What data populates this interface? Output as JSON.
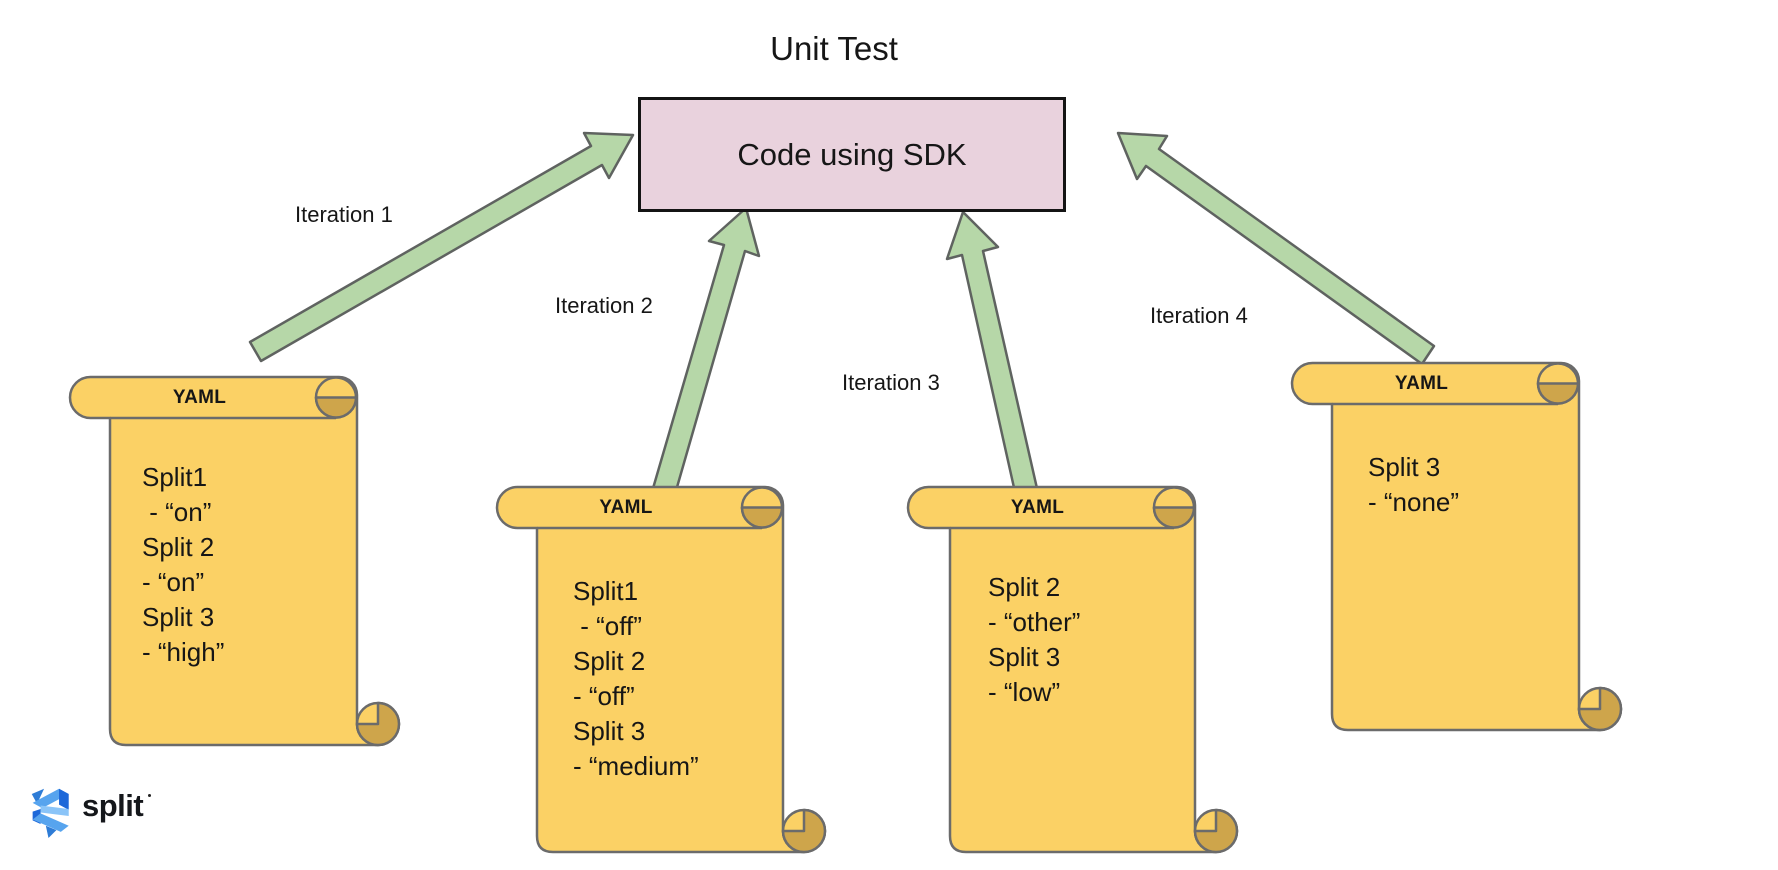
{
  "title": "Unit Test",
  "sdk_box": {
    "label": "Code using SDK"
  },
  "iteration_labels": [
    "Iteration 1",
    "Iteration 2",
    "Iteration 3",
    "Iteration 4"
  ],
  "scrolls": [
    {
      "header": "YAML",
      "lines": "Split1\n - “on”\nSplit 2\n- “on”\nSplit 3\n- “high”"
    },
    {
      "header": "YAML",
      "lines": "Split1\n - “off”\nSplit 2\n- “off”\nSplit 3\n- “medium”"
    },
    {
      "header": "YAML",
      "lines": "Split 2\n- “other”\nSplit 3\n- “low”"
    },
    {
      "header": "YAML",
      "lines": "Split 3\n- “none”"
    }
  ],
  "logo": {
    "text": "split"
  },
  "colors": {
    "scroll_fill": "#FBD165",
    "scroll_curl_shadow": "#CEA54B",
    "scroll_stroke": "#6b6b6b",
    "arrow_fill": "#B6D7A8",
    "arrow_stroke": "#5f6360",
    "box_fill": "#E9D2DD",
    "box_stroke": "#141414",
    "logo_blue_light": "#57A4EE",
    "logo_blue_mid": "#2E7CD6",
    "logo_blue_dark": "#1D68D9",
    "logo_blue_pale": "#8AC4F8"
  }
}
